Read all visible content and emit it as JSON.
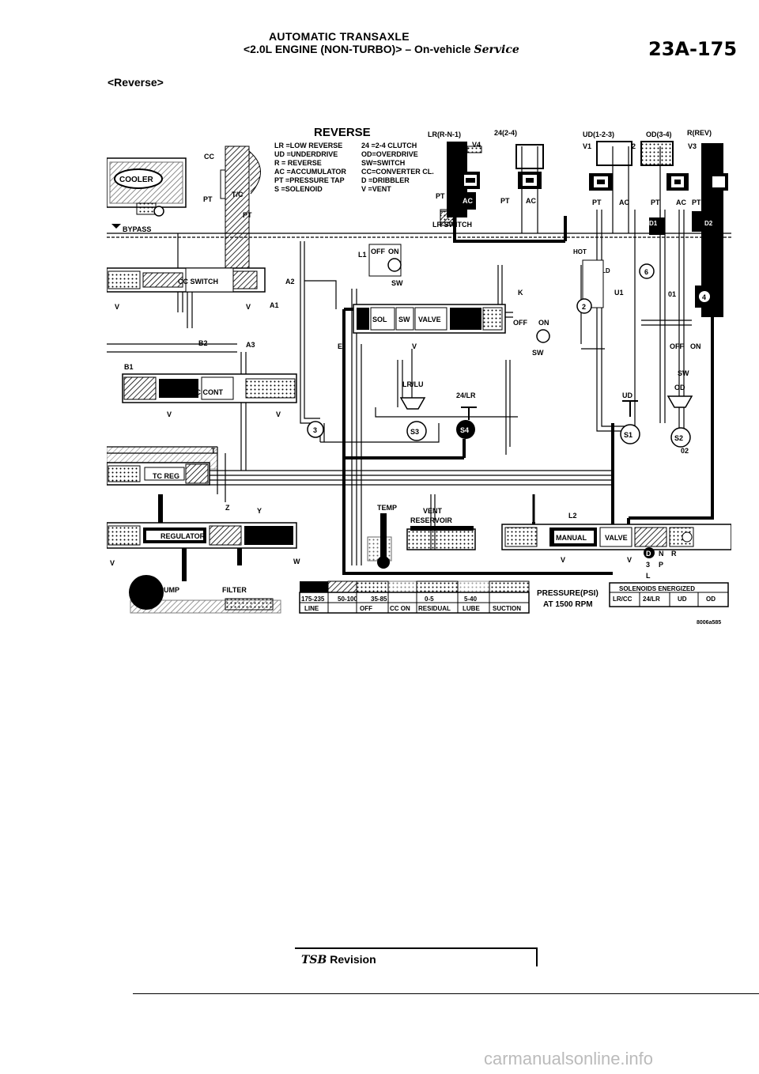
{
  "header": {
    "line1": "AUTOMATIC TRANSAXLE",
    "line2_prefix": "<2.0L ENGINE (NON-TURBO)> – On-vehicle",
    "line2_service": "Service",
    "page_number": "23A-175"
  },
  "section_title": "<Reverse>",
  "diagram": {
    "title": "REVERSE",
    "legend_left": [
      "LR =LOW REVERSE",
      "UD =UNDERDRIVE",
      "R = REVERSE",
      "AC =ACCUMULATOR",
      "PT =PRESSURE TAP",
      "S =SOLENOID"
    ],
    "legend_right": [
      "24 =2-4 CLUTCH",
      "OD=OVERDRIVE",
      "SW=SWITCH",
      "CC=CONVERTER CL.",
      "D =DRIBBLER",
      "V =VENT"
    ],
    "clutch_labels": [
      "LR(R-N-1)",
      "24(2-4)",
      "UD(1-2-3)",
      "OD(3-4)",
      "R(REV)"
    ],
    "component_labels": {
      "cooler": "COOLER",
      "bypass": "BYPASS",
      "cc": "CC",
      "tc": "T/C",
      "pt": "PT",
      "cc_switch": "CC SWITCH",
      "cc_cont": "CC CONT",
      "tc_reg": "TC REG",
      "regulator": "REGULATOR",
      "pump": "PUMP",
      "filter": "FILTER",
      "lr_switch": "LR SWITCH",
      "sol": "SOL",
      "sw": "SW",
      "valve": "VALVE",
      "temp": "TEMP",
      "vent": "VENT",
      "reservoir": "RESERVOIR",
      "manual": "MANUAL",
      "manual_valve": "VALVE",
      "lr_lu": "LR/LU",
      "two4_lr": "24/LR",
      "ud": "UD",
      "od": "OD",
      "hot": "HOT",
      "cold": "COLD",
      "off": "OFF",
      "on": "ON",
      "ac": "AC",
      "a1": "A1",
      "a2": "A2",
      "a3": "A3",
      "b1": "B1",
      "b2": "B2",
      "l1": "L1",
      "l2": "L2",
      "k": "K",
      "e": "E",
      "t": "T",
      "z": "Z",
      "y": "Y",
      "w": "W",
      "v": "V",
      "v1": "V1",
      "v2": "V2",
      "v3": "V3",
      "v4": "V4",
      "d1": "D1",
      "d2": "D2",
      "o1": "01",
      "o2": "02",
      "u1": "U1",
      "s1": "S1",
      "s2": "S2",
      "s3": "S3",
      "s4": "S4",
      "n2": "2",
      "n3": "3",
      "n4": "4",
      "n6": "6",
      "gear_positions": [
        "D",
        "N",
        "R",
        "3",
        "P",
        "L"
      ]
    },
    "pressure_table": {
      "values": [
        "175-235",
        "50-100",
        "35-85",
        "0-5",
        "5-40"
      ],
      "labels": [
        "LINE",
        "OFF",
        "CC ON",
        "RESIDUAL",
        "LUBE",
        "SUCTION"
      ],
      "caption_1": "PRESSURE(PSI)",
      "caption_2": "AT 1500 RPM"
    },
    "solenoids_table": {
      "title": "SOLENOIDS ENERGIZED",
      "columns": [
        "LR/CC",
        "24/LR",
        "UD",
        "OD"
      ]
    },
    "figure_code": "8006a585"
  },
  "footer": {
    "tsb_prefix": "TSB",
    "tsb_label": "Revision",
    "watermark": "carmanualsonline.info"
  }
}
